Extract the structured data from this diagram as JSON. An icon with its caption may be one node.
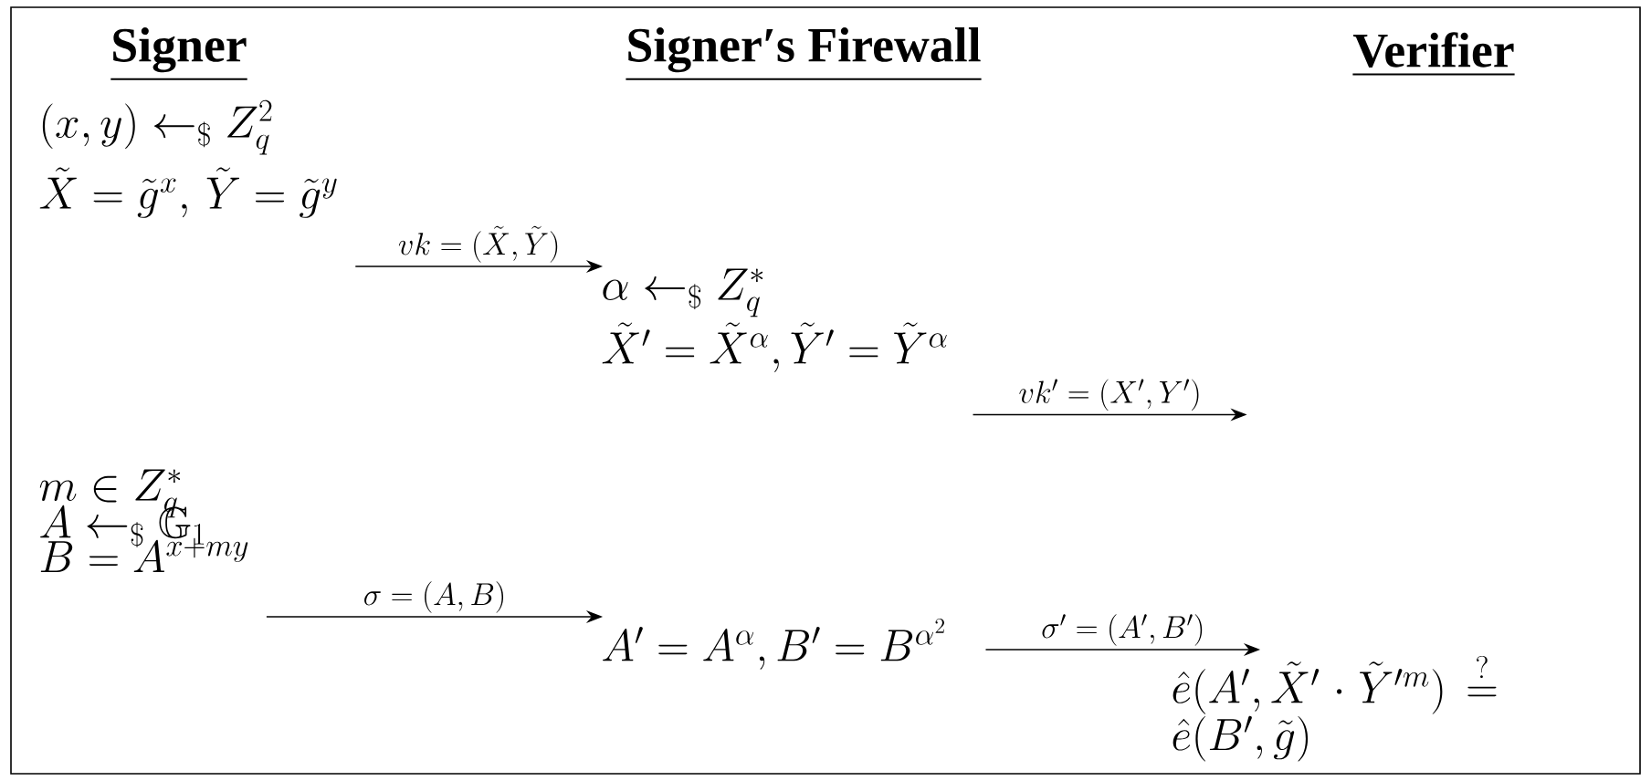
{
  "diagram": {
    "nodes": [
      {
        "text": [
          "(x,y) \\leftarrow_{\\$} Z_q^2",
          "\\tilde{X}=\\tilde{g}^{x},\\, \\tilde{Y}=\\tilde{g}^{y}"
        ]
      },
      {
        "text": [
          "\\alpha \\leftarrow_{\\$} Z_q^{*}",
          "\\tilde{X}'=\\tilde{X}^{\\alpha}, \\tilde{Y}'=\\tilde{Y}^{\\alpha}"
        ]
      },
      {
        "text": [
          "m \\in Z_q^{*}",
          "A \\leftarrow_{\\$} \\mathbb{G}_1",
          "B = A^{x+my}"
        ]
      },
      {
        "text": [
          "A'=A^{\\alpha}, B'=B^{\\alpha^2}"
        ]
      },
      {
        "text": [
          "\\hat{e}(A',\\tilde{X}'\\cdot\\tilde{Y}'^{m}) \\stackrel{?}{=} \\hat{e}(B',\\tilde{g})"
        ]
      }
    ],
    "edges": [
      {
        "from": 0,
        "to": 1,
        "arrow": "to",
        "label": "vk=(\\tilde{X},\\tilde{Y})"
      },
      {
        "from": 1,
        "to": null,
        "arrow": "to",
        "label": "vk'=(X',Y')"
      },
      {
        "from": 2,
        "to": 3,
        "arrow": "to",
        "label": "\\sigma=(A,B)"
      },
      {
        "from": 3,
        "to": 4,
        "arrow": "to",
        "label": "\\sigma'=(A',B')"
      }
    ],
    "labels": [
      "Signer",
      "Signer′s Firewall",
      "Verifier"
    ]
  }
}
